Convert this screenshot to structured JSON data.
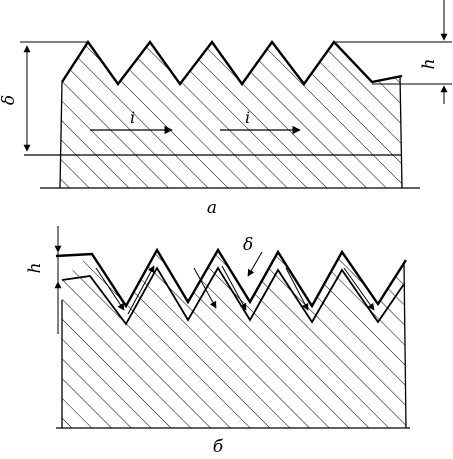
{
  "figure_a": {
    "caption": "а",
    "thickness_label": "δ",
    "depth_label": "h",
    "current_labels": [
      "i",
      "i"
    ]
  },
  "figure_b": {
    "caption": "б",
    "depth_label": "h",
    "thickness_label": "δ"
  },
  "colors": {
    "ink": "#000000",
    "background": "#ffffff"
  }
}
